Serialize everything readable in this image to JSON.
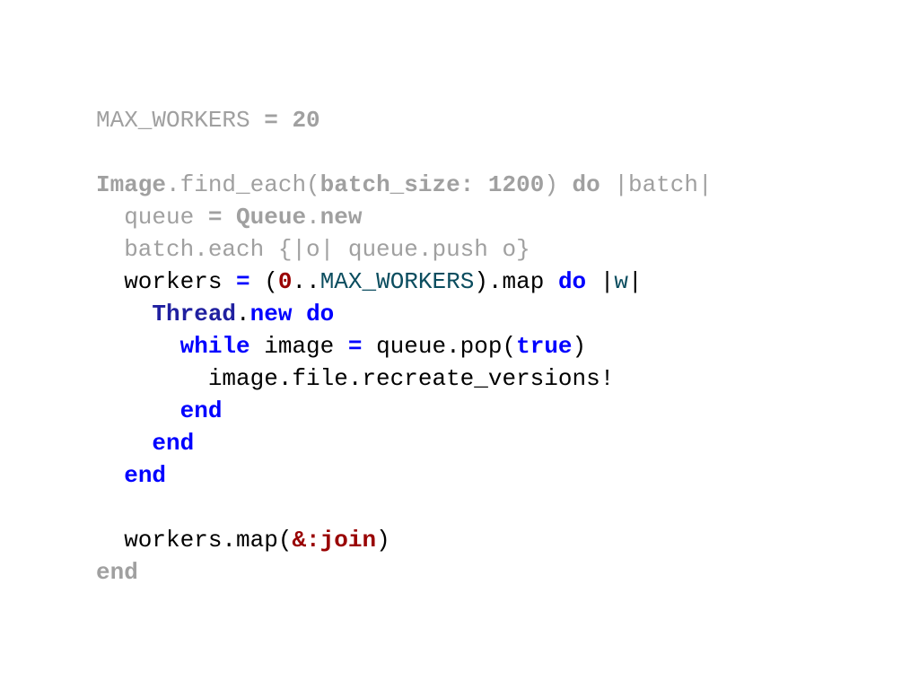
{
  "code_lines": [
    [
      {
        "text": "MAX_WORKERS ",
        "style": "dim"
      },
      {
        "text": "=",
        "style": "op-dim"
      },
      {
        "text": " ",
        "style": "dim"
      },
      {
        "text": "20",
        "style": "op-dim"
      }
    ],
    [],
    [
      {
        "text": "Image",
        "style": "op-dim"
      },
      {
        "text": ".find_each(",
        "style": "dim"
      },
      {
        "text": "batch_size:",
        "style": "op-dim"
      },
      {
        "text": " ",
        "style": "dim"
      },
      {
        "text": "1200",
        "style": "op-dim"
      },
      {
        "text": ") ",
        "style": "dim"
      },
      {
        "text": "do",
        "style": "op-dim"
      },
      {
        "text": " |batch|",
        "style": "dim"
      }
    ],
    [
      {
        "text": "  queue ",
        "style": "dim"
      },
      {
        "text": "=",
        "style": "op-dim"
      },
      {
        "text": " ",
        "style": "dim"
      },
      {
        "text": "Queue",
        "style": "op-dim"
      },
      {
        "text": ".",
        "style": "dim"
      },
      {
        "text": "new",
        "style": "op-dim"
      }
    ],
    [
      {
        "text": "  batch.each {|o| queue.push o}",
        "style": "dim"
      }
    ],
    [
      {
        "text": "  workers ",
        "style": "plain"
      },
      {
        "text": "=",
        "style": "op"
      },
      {
        "text": " (",
        "style": "plain"
      },
      {
        "text": "0",
        "style": "num"
      },
      {
        "text": "..",
        "style": "plain"
      },
      {
        "text": "MAX_WORKERS",
        "style": "const"
      },
      {
        "text": ").map ",
        "style": "plain"
      },
      {
        "text": "do",
        "style": "kw"
      },
      {
        "text": " |",
        "style": "plain"
      },
      {
        "text": "w",
        "style": "const"
      },
      {
        "text": "|",
        "style": "plain"
      }
    ],
    [
      {
        "text": "    ",
        "style": "plain"
      },
      {
        "text": "Thread",
        "style": "cls"
      },
      {
        "text": ".",
        "style": "plain"
      },
      {
        "text": "new",
        "style": "kw"
      },
      {
        "text": " ",
        "style": "plain"
      },
      {
        "text": "do",
        "style": "kw"
      }
    ],
    [
      {
        "text": "      ",
        "style": "plain"
      },
      {
        "text": "while",
        "style": "kw"
      },
      {
        "text": " image ",
        "style": "plain"
      },
      {
        "text": "=",
        "style": "op"
      },
      {
        "text": " queue.pop(",
        "style": "plain"
      },
      {
        "text": "true",
        "style": "kw"
      },
      {
        "text": ")",
        "style": "plain"
      }
    ],
    [
      {
        "text": "        image.file.recreate_versions!",
        "style": "plain"
      }
    ],
    [
      {
        "text": "      ",
        "style": "plain"
      },
      {
        "text": "end",
        "style": "kw"
      }
    ],
    [
      {
        "text": "    ",
        "style": "plain"
      },
      {
        "text": "end",
        "style": "kw"
      }
    ],
    [
      {
        "text": "  ",
        "style": "plain"
      },
      {
        "text": "end",
        "style": "kw"
      }
    ],
    [],
    [
      {
        "text": "  workers.map(",
        "style": "plain"
      },
      {
        "text": "&:join",
        "style": "sym"
      },
      {
        "text": ")",
        "style": "plain"
      }
    ],
    [
      {
        "text": "end",
        "style": "op-dim"
      }
    ]
  ]
}
